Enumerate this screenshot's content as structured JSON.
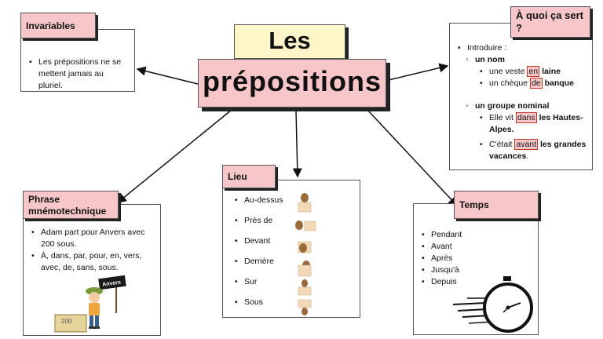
{
  "title": {
    "line1": "Les",
    "line2": "prépositions"
  },
  "invariables": {
    "heading": "Invariables",
    "items": [
      "Les prépositions ne se mettent jamais au pluriel."
    ]
  },
  "a_quoi": {
    "heading": "À quoi ça sert ?",
    "intro": "Introduire :",
    "nom": "un nom",
    "ex1_pre": "une veste",
    "ex1_prep": "en",
    "ex1_post": "laine",
    "ex2_pre": "un chèque",
    "ex2_prep": "de",
    "ex2_post": "banque",
    "groupe": "un groupe nominal",
    "ex3_pre": "Elle vit",
    "ex3_prep": "dans",
    "ex3_post": "les Hautes-Alpes.",
    "ex4_pre": "C'était",
    "ex4_prep": "avant",
    "ex4_post": "les grandes vacances",
    "ex4_end": "."
  },
  "phrase": {
    "heading": "Phrase mnémotechnique",
    "items": [
      "Adam part pour Anvers avec 200 sous.",
      "À, dans, par, pour, en, vers, avec, de, sans, sous."
    ],
    "sign": "Anvers",
    "bill": "200"
  },
  "lieu": {
    "heading": "Lieu",
    "items": [
      "Au-dessus",
      "Près de",
      "Devant",
      "Derrière",
      "Sur",
      "Sous"
    ]
  },
  "temps": {
    "heading": "Temps",
    "items": [
      "Pendant",
      "Avant",
      "Après",
      "Jusqu'à",
      "Depuis"
    ]
  },
  "colors": {
    "tag": "#f7c6c9",
    "title_top": "#fdf6c8",
    "highlight_border": "#c0392b"
  }
}
